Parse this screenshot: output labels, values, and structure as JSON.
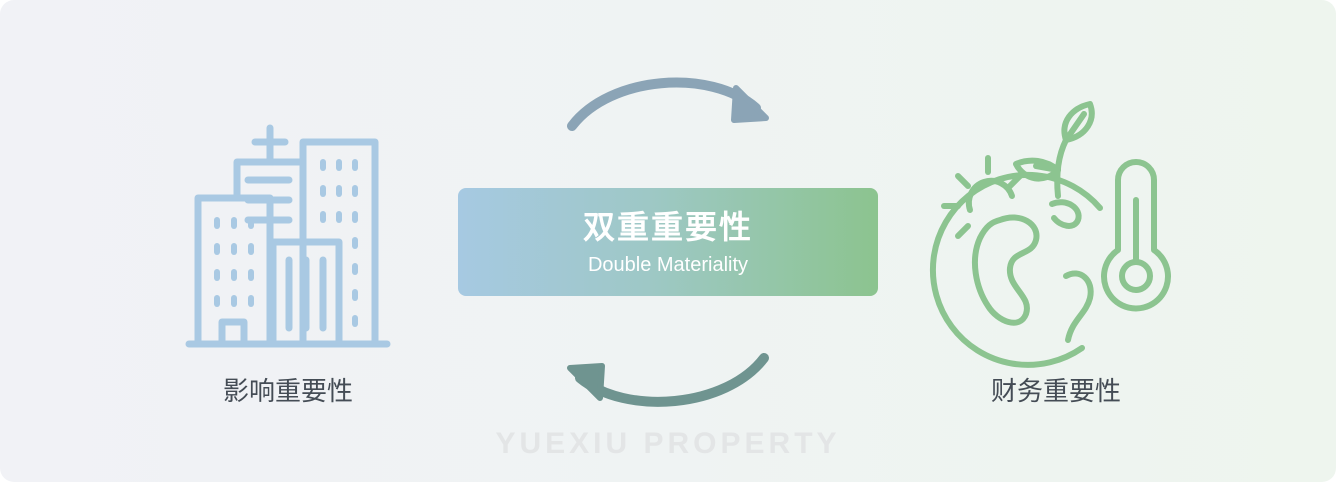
{
  "diagram": {
    "center": {
      "title": "双重重要性",
      "subtitle": "Double Materiality"
    },
    "left": {
      "label": "影响重要性",
      "icon": "city-buildings-icon",
      "color": "#a9c9e3"
    },
    "right": {
      "label": "财务重要性",
      "icon": "earth-thermometer-icon",
      "color": "#8cc490"
    },
    "arrows": {
      "top": "clockwise-arrow-right",
      "bottom": "clockwise-arrow-left",
      "color_top": "#8ba4b6",
      "color_bottom": "#6f9490"
    },
    "watermark": "YUEXIU PROPERTY"
  }
}
